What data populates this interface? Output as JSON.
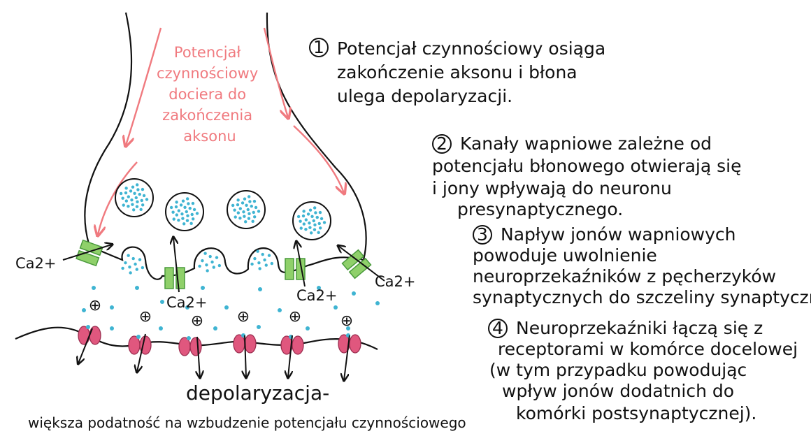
{
  "colors": {
    "ink": "#111111",
    "arrow_pink": "#f07a7f",
    "vesicle_dot": "#3fb4d2",
    "channel_green": "#8fd06a",
    "channel_green_dark": "#4a9a3c",
    "receptor_pink": "#e0577e",
    "receptor_dark": "#9c2e50"
  },
  "axon_arrival": {
    "lines": [
      "Potencjał",
      "czynnościowy",
      "dociera do",
      "zakończenia",
      "aksonu"
    ]
  },
  "ion_labels": [
    "Ca2+",
    "Ca2+",
    "Ca2+",
    "Ca2+"
  ],
  "steps": [
    {
      "number": "1",
      "lines": [
        "Potencjał czynnościowy osiąga",
        "zakończenie aksonu i błona",
        "ulega depolaryzacji."
      ]
    },
    {
      "number": "2",
      "lines": [
        "Kanały wapniowe zależne od",
        "potencjału błonowego otwierają się",
        "i jony wpływają do neuronu",
        "presynaptycznego."
      ]
    },
    {
      "number": "3",
      "lines": [
        "Napływ jonów wapniowych",
        "powoduje uwolnienie",
        "neuroprzekaźników z pęcherzyków",
        "synaptycznych do szczeliny synaptycznej."
      ]
    },
    {
      "number": "4",
      "lines": [
        "Neuroprzekaźniki łączą się z",
        "receptorami w komórce docelowej",
        "(w tym przypadku powodując",
        "wpływ jonów dodatnich do",
        "komórki postsynaptycznej)."
      ]
    }
  ],
  "depolarization": {
    "title": "depolaryzacja-",
    "subtitle": "większa podatność na wzbudzenie potencjału czynnościowego"
  },
  "plus_sign": "⊕"
}
